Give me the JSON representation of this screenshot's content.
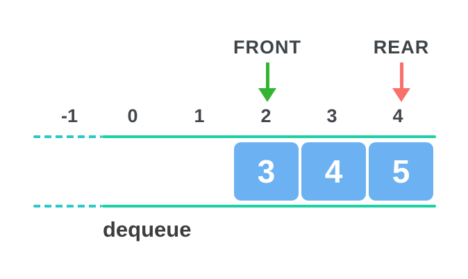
{
  "diagram": {
    "description": "Queue dequeue operation illustration",
    "pointers": [
      {
        "label": "FRONT",
        "points_to_index": 2,
        "arrow_color": "#33b533",
        "arrow_icon": "arrow-down-icon"
      },
      {
        "label": "REAR",
        "points_to_index": 4,
        "arrow_color": "#f9706a",
        "arrow_icon": "arrow-down-icon"
      }
    ],
    "indices": [
      "-1",
      "0",
      "1",
      "2",
      "3",
      "4"
    ],
    "cells": [
      {
        "index": 2,
        "value": "3"
      },
      {
        "index": 3,
        "value": "4"
      },
      {
        "index": 4,
        "value": "5"
      }
    ],
    "operation_label": "dequeue",
    "colors": {
      "solid_boundary_line": "#1ed1a4",
      "dashed_boundary_line": "#2bc9c9",
      "cell_fill": "#6cb2f2",
      "cell_text": "#ffffff",
      "label_text": "#3e4348",
      "front_arrow": "#33b533",
      "rear_arrow": "#f9706a",
      "background": "#ffffff"
    }
  }
}
